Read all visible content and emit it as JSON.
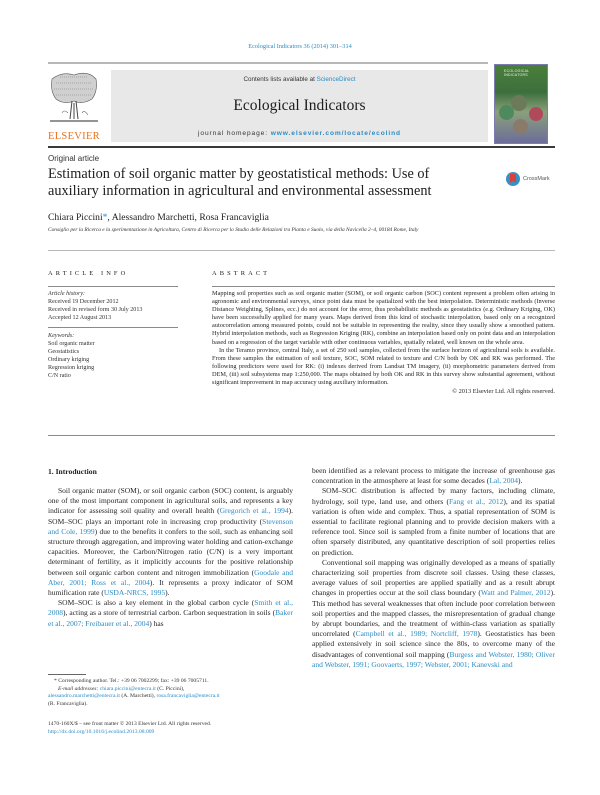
{
  "header": {
    "citation": "Ecological Indicators 36 (2014) 301–314",
    "contents_prefix": "Contents lists available at ",
    "contents_link": "ScienceDirect",
    "journal_title": "Ecological Indicators",
    "homepage_prefix": "journal homepage: ",
    "homepage_url": "www.elsevier.com/locate/ecolind",
    "publisher": "ELSEVIER",
    "cover_title": "ECOLOGICAL INDICATORS"
  },
  "article": {
    "type": "Original article",
    "title": "Estimation of soil organic matter by geostatistical methods: Use of auxiliary information in agricultural and environmental assessment",
    "crossmark_label": "CrossMark",
    "authors": "Chiara Piccini",
    "authors_marker": "*",
    "authors_rest": ", Alessandro Marchetti, Rosa Francaviglia",
    "affiliation": "Consiglio per la Ricerca e la sperimentazione in Agricoltura, Centro di Ricerca per lo Studio delle Relazioni tra Pianta e Suolo, via della Navicella 2–4, 00184 Rome, Italy"
  },
  "article_info": {
    "label": "ARTICLE INFO",
    "history_label": "Article history:",
    "history": [
      "Received 19 December 2012",
      "Received in revised form 30 July 2013",
      "Accepted 12 August 2013"
    ],
    "keywords_label": "Keywords:",
    "keywords": [
      "Soil organic matter",
      "Geostatistics",
      "Ordinary kriging",
      "Regression kriging",
      "C/N ratio"
    ]
  },
  "abstract": {
    "label": "ABSTRACT",
    "p1": "Mapping soil properties such as soil organic matter (SOM), or soil organic carbon (SOC) content represent a problem often arising in agronomic and environmental surveys, since point data must be spatialized with the best interpolation. Deterministic methods (Inverse Distance Weighting, Splines, ecc.) do not account for the error, thus probabilistic methods as geostatistics (e.g. Ordinary Kriging, OK) have been successfully applied for many years. Maps derived from this kind of stochastic interpolation, based only on a recognized autocorrelation among measured points, could not be suitable in representing the reality, since they usually show a smoothed pattern. Hybrid interpolation methods, such as Regression Kriging (RK), combine an interpolation based only on point data and an interpolation based on a regression of the target variable with other continuous variables, spatially related, well known on the whole area.",
    "p2": "In the Teramo province, central Italy, a set of 250 soil samples, collected from the surface horizon of agricultural soils is available. From these samples the estimation of soil texture, SOC, SOM related to texture and C/N both by OK and RK was performed. The following predictors were used for RK: (i) indexes derived from Landsat TM imagery, (ii) morphometric parameters derived from DEM, (iii) soil subsystems map 1:250,000. The maps obtained by both OK and RK in this survey show substantial agreement, without significant improvement in map accuracy using auxiliary information.",
    "copyright": "© 2013 Elsevier Ltd. All rights reserved."
  },
  "body": {
    "section_heading": "1.  Introduction",
    "left": {
      "p1_a": "Soil organic matter (SOM), or soil organic carbon (SOC) content, is arguably one of the most important component in agricultural soils, and represents a key indicator for assessing soil quality and overall health (",
      "p1_ref1": "Gregorich et al., 1994",
      "p1_b": "). SOM–SOC plays an important role in increasing crop productivity (",
      "p1_ref2": "Stevenson and Cole, 1999",
      "p1_c": ") due to the benefits it confers to the soil, such as enhancing soil structure through aggregation, and improving water holding and cation-exchange capacities. Moreover, the Carbon/Nitrogen ratio (C/N) is a very important determinant of fertility, as it implicitly accounts for the positive relationship between soil organic carbon content and nitrogen immobilization (",
      "p1_ref3": "Goodale and Aber, 2001; Ross et al., 2004",
      "p1_d": "). It represents a proxy indicator of SOM humification rate (",
      "p1_ref4": "USDA-NRCS, 1995",
      "p1_e": ").",
      "p2_a": "SOM–SOC is also a key element in the global carbon cycle (",
      "p2_ref1": "Smith et al., 2008",
      "p2_b": "), acting as a store of terrestrial carbon. Carbon sequestration in soils (",
      "p2_ref2": "Baker et al., 2007; Freibauer et al., 2004",
      "p2_c": ") has"
    },
    "right": {
      "p0_a": "been identified as a relevant process to mitigate the increase of greenhouse gas concentration in the atmosphere at least for some decades (",
      "p0_ref1": "Lal, 2004",
      "p0_b": ").",
      "p1_a": "SOM–SOC distribution is affected by many factors, including climate, hydrology, soil type, land use, and others (",
      "p1_ref1": "Fang et al., 2012",
      "p1_b": "), and its spatial variation is often wide and complex. Thus, a spatial representation of SOM is essential to facilitate regional planning and to provide decision makers with a reference tool. Since soil is sampled from a finite number of locations that are often sparsely distributed, any quantitative description of soil properties relies on prediction.",
      "p2_a": "Conventional soil mapping was originally developed as a means of spatially characterizing soil properties from discrete soil classes. Using these classes, average values of soil properties are applied spatially and as a result abrupt changes in properties occur at the soil class boundary (",
      "p2_ref1": "Watt and Palmer, 2012",
      "p2_b": "). This method has several weaknesses that often include poor correlation between soil properties and the mapped classes, the misrepresentation of gradual change by abrupt boundaries, and the treatment of within-class variation as spatially uncorrelated (",
      "p2_ref2": "Campbell et al., 1989; Nortcliff, 1978",
      "p2_c": "). Geostatistics has been applied extensively in soil science since the 80s, to overcome many of the disadvantages of conventional soil mapping (",
      "p2_ref3": "Burgess and Webster, 1980; Oliver and Webster, 1991; Goovaerts, 1997; Webster, 2001; Kanevski and"
    }
  },
  "footnotes": {
    "corresponding": "* Corresponding author. Tel.: +39 06 7002299; fax: +39 06 7005711.",
    "email_label": "E-mail addresses: ",
    "email1": "chiara.piccini@entecra.it",
    "email1_owner": " (C. Piccini),",
    "email2": "alessandro.marchetti@entecra.it",
    "email2_owner": " (A. Marchetti), ",
    "email3": "rosa.francaviglia@entecra.it",
    "email3_owner": "(R. Francaviglia).",
    "issn": "1470-160X/$ – see front matter © 2013 Elsevier Ltd. All rights reserved.",
    "doi": "http://dx.doi.org/10.1016/j.ecolind.2013.08.009"
  },
  "colors": {
    "link": "#2a8cc4",
    "publisher_orange": "#e9711c",
    "banner_gray": "#e8e8e8"
  }
}
